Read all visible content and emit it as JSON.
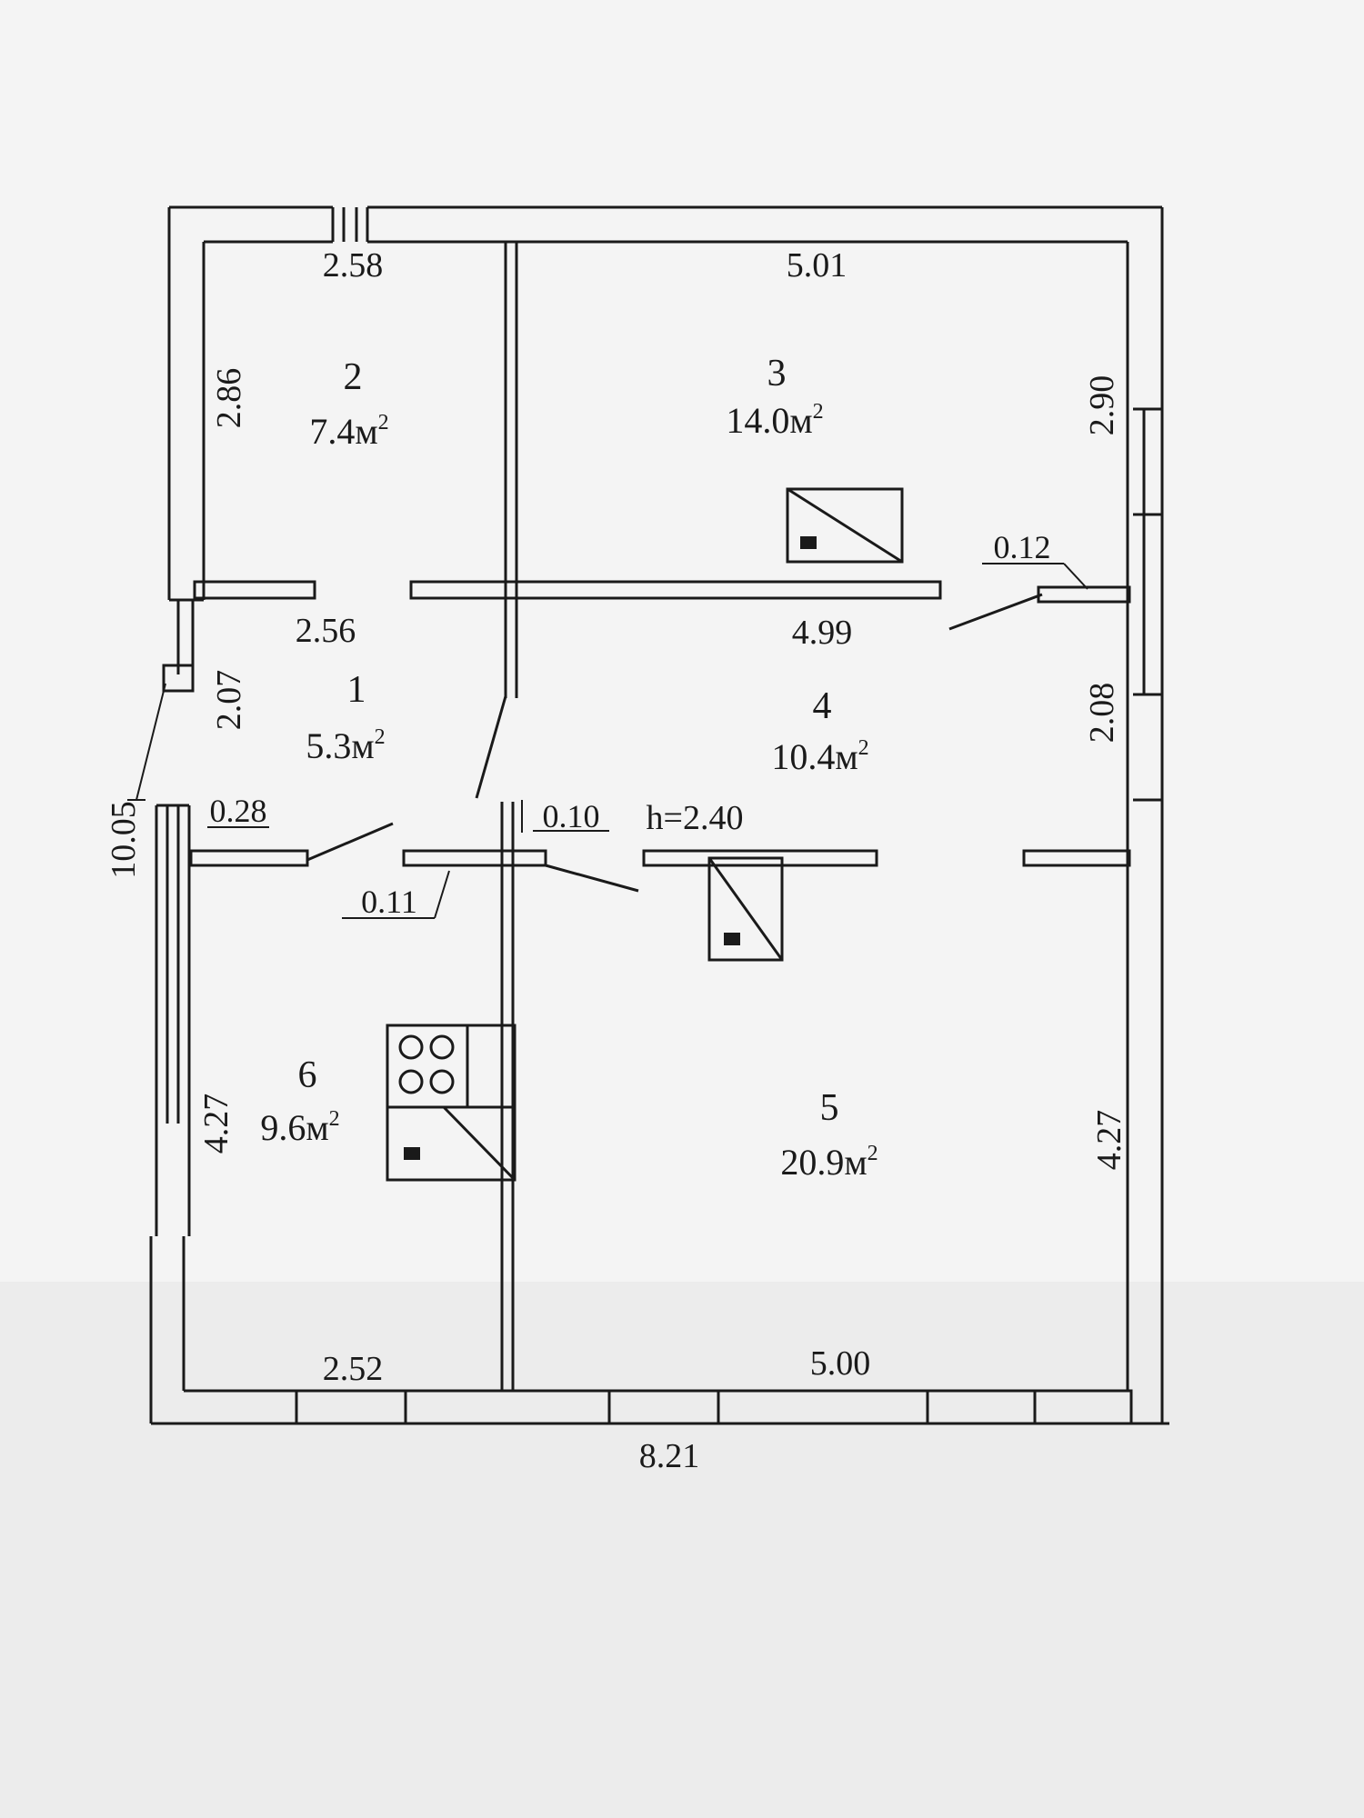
{
  "unit": "м",
  "area_unit_sup": "2",
  "rooms": [
    {
      "number": "1",
      "area": "5.3м"
    },
    {
      "number": "2",
      "area": "7.4м"
    },
    {
      "number": "3",
      "area": "14.0м"
    },
    {
      "number": "4",
      "area": "10.4м"
    },
    {
      "number": "5",
      "area": "20.9м"
    },
    {
      "number": "6",
      "area": "9.6м"
    }
  ],
  "dimensions": {
    "room2_width": "2.58",
    "room3_width": "5.01",
    "room2_height": "2.86",
    "room3_height": "2.90",
    "room1_width": "2.56",
    "room4_width": "4.99",
    "room1_height": "2.07",
    "room4_height": "2.08",
    "overall_height": "10.05",
    "room6_height": "4.27",
    "room5_height": "4.27",
    "room6_width": "2.52",
    "room5_width": "5.00",
    "overall_width": "8.21"
  },
  "thickness_labels": {
    "partition_left": "0.28",
    "partition_door": "0.11",
    "partition_mid": "0.10",
    "partition_right": "0.12"
  },
  "ceiling_height": "h=2.40",
  "stove_symbol": "stove-icon",
  "colors": {
    "line": "#1a1a1a",
    "paper": "#f4f4f4"
  }
}
